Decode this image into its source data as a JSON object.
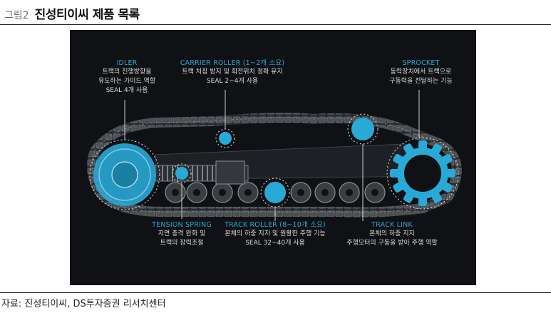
{
  "figure": {
    "number": "그림2",
    "title": "진성티이씨 제품 목록"
  },
  "source": "자료: 진성티이씨, DS투자증권 리서치센터",
  "colors": {
    "panel_bg": "#0f1114",
    "accent": "#29a9d6",
    "track": "#5c5f63"
  },
  "labels": {
    "idler": {
      "title": "IDLER",
      "line1": "트랙의 진행방향을",
      "line2": "유도하는 가이드 역할",
      "line3": "SEAL 4개 사용"
    },
    "carrier": {
      "title": "CARRIER ROLLER (1~2개 소요)",
      "line1": "트랙 처짐 방지 및 회전위치 정확 유지",
      "line2": "SEAL 2~4개 사용"
    },
    "sprocket": {
      "title": "SPROCKET",
      "line1": "동력장치에서 트랙으로",
      "line2": "구동력을 전달하는 기능"
    },
    "tension": {
      "title": "TENSION SPRING",
      "line1": "지면 충격 완화 및",
      "line2": "트랙의 장력조절"
    },
    "track_roller": {
      "title": "TRACK ROLLER (8~10개 소요)",
      "line1": "본체의 하중 지지 및 원활한 주행 기능",
      "line2": "SEAL 32~40개 사용"
    },
    "track_link": {
      "title": "TRACK LINK",
      "line1": "본체의 하중 지지",
      "line2": "주행모터의 구동을 받아 주행 역할"
    }
  }
}
